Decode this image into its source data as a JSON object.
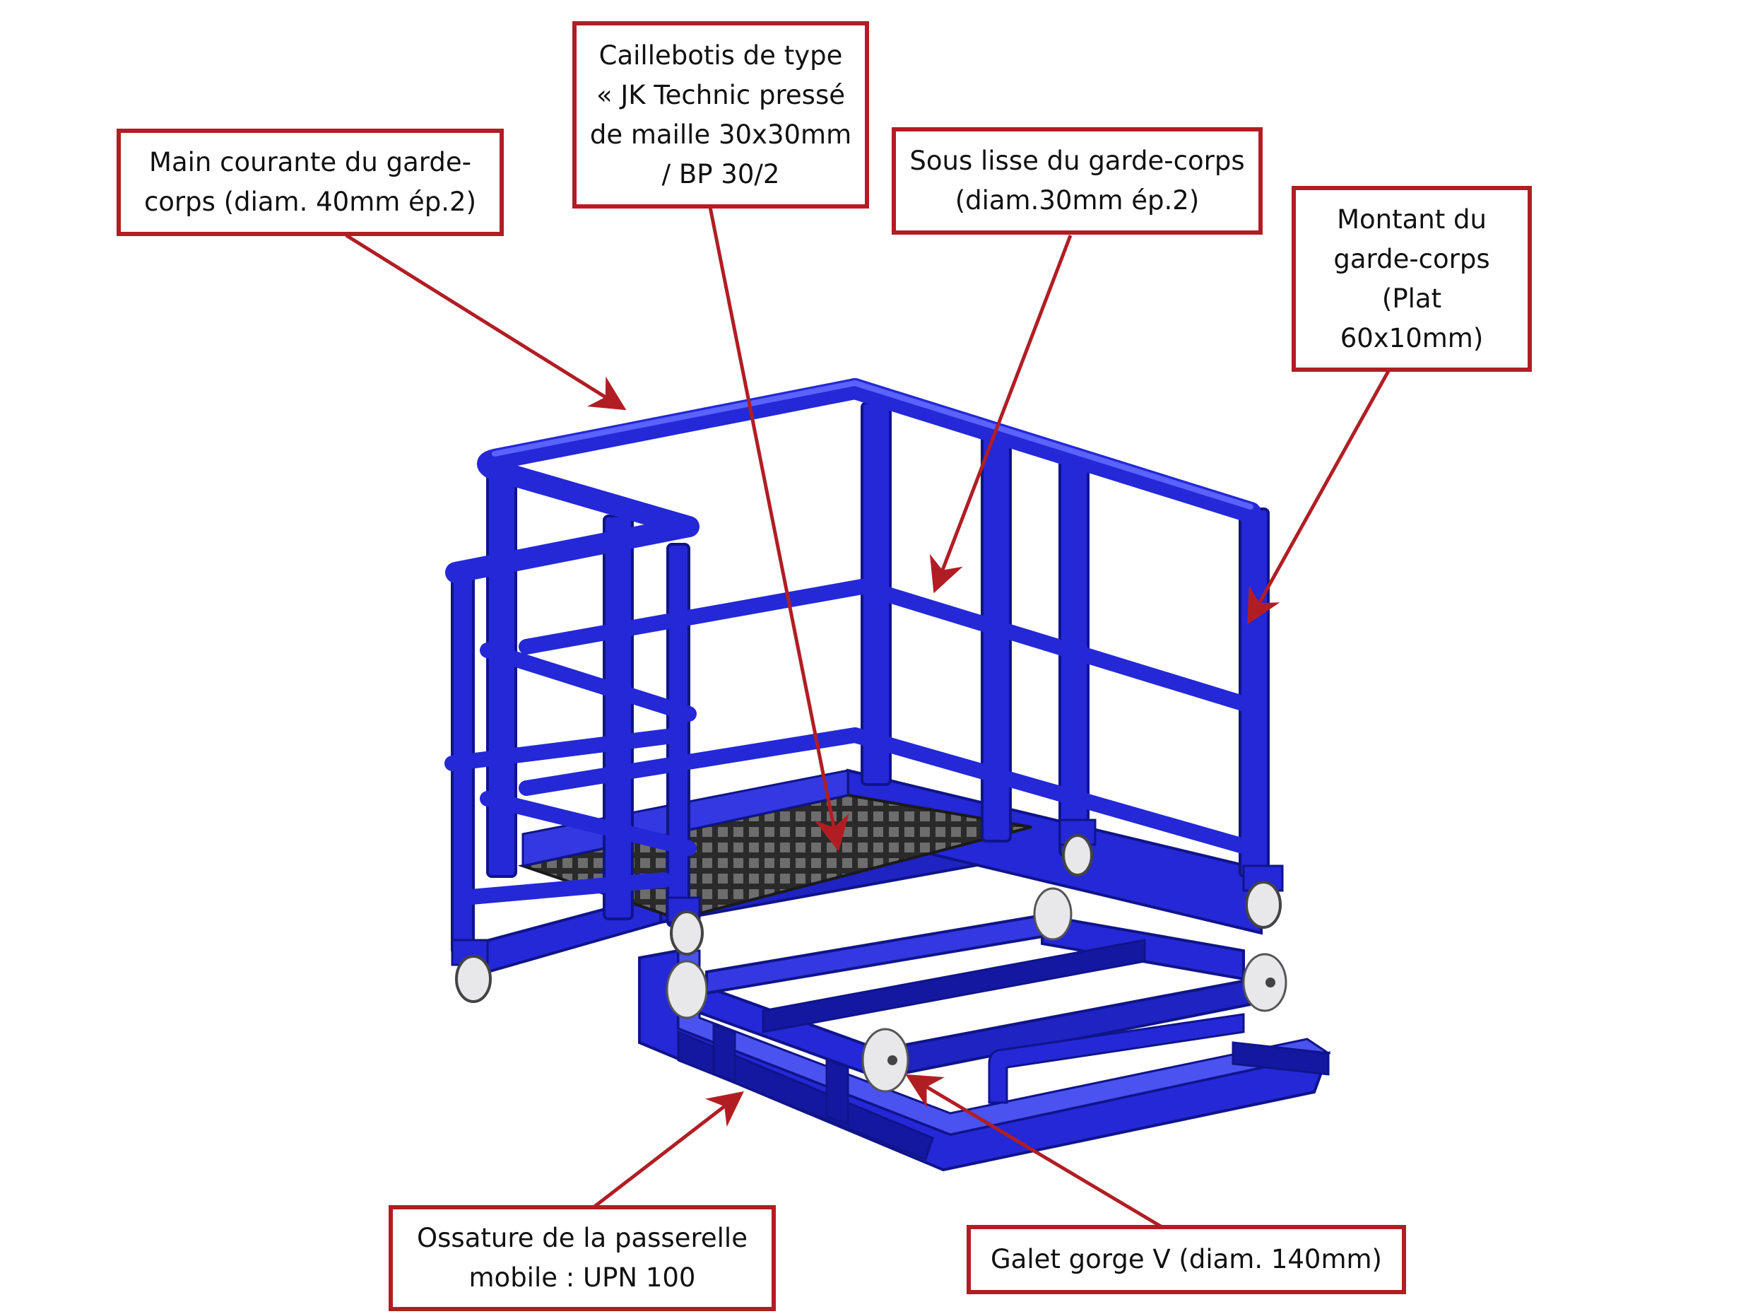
{
  "colors": {
    "structure": "#2428d6",
    "structure_dark": "#1418a0",
    "structure_light": "#4a52f0",
    "callout_border": "#b01e24",
    "arrow": "#b01e24",
    "grating": "#3a3a3a",
    "wheel": "#e8e8ea"
  },
  "callouts": {
    "main_courante": "Main courante du garde-\ncorps (diam. 40mm ép.2)",
    "caillebotis": "Caillebotis de type\n« JK Technic pressé\nde maille 30x30mm\n/ BP 30/2",
    "sous_lisse": "Sous lisse du garde-corps\n(diam.30mm ép.2)",
    "montant": "Montant du\ngarde-corps\n(Plat\n60x10mm)",
    "ossature": "Ossature de la passerelle\nmobile : UPN 100",
    "galet": "Galet gorge V (diam. 140mm)"
  }
}
